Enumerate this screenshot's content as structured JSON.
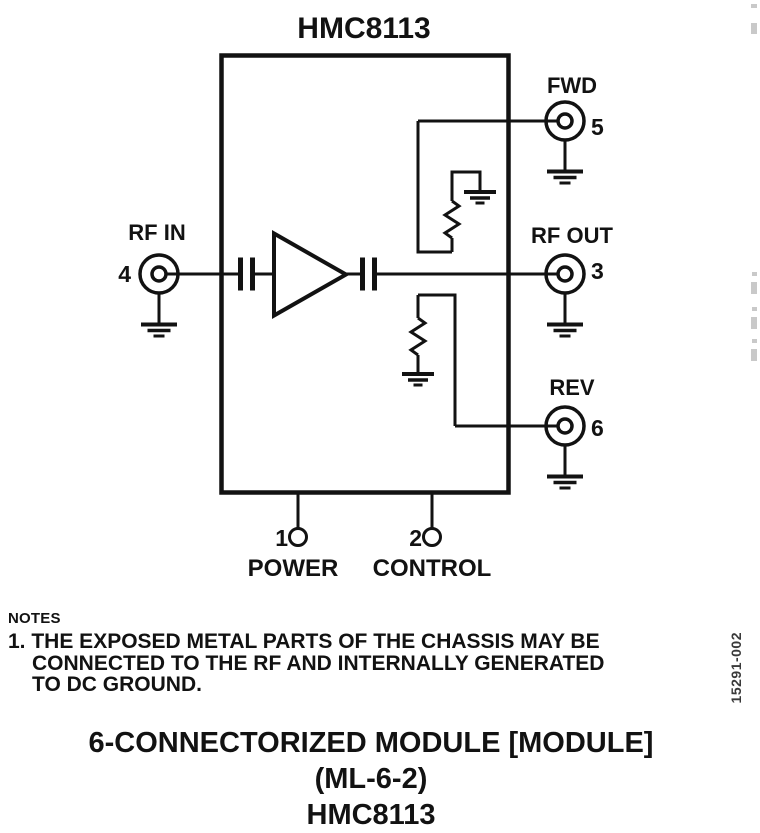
{
  "diagram": {
    "title": "HMC8113",
    "ports": {
      "rf_in": {
        "label": "RF IN",
        "pin": "4"
      },
      "fwd": {
        "label": "FWD",
        "pin": "5"
      },
      "rf_out": {
        "label": "RF OUT",
        "pin": "3"
      },
      "rev": {
        "label": "REV",
        "pin": "6"
      },
      "power": {
        "label": "POWER",
        "pin": "1"
      },
      "control": {
        "label": "CONTROL",
        "pin": "2"
      }
    }
  },
  "notes": {
    "heading": "NOTES",
    "items": [
      "1. THE EXPOSED METAL PARTS OF THE CHASSIS MAY BE",
      "CONNECTED TO THE RF AND INTERNALLY GENERATED",
      "TO DC GROUND."
    ]
  },
  "figure_number": "15291-002",
  "caption": {
    "line1": "6-CONNECTORIZED MODULE [MODULE]",
    "line2": "(ML-6-2)",
    "line3": "HMC8113"
  },
  "colors": {
    "ink": "#121212",
    "figure_number_gray": "#3a3a3a",
    "edge_artifact_gray": "#c9c9c9"
  }
}
